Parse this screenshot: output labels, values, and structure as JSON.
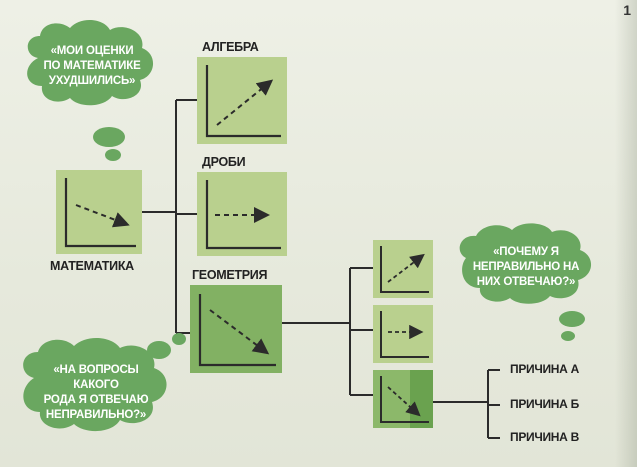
{
  "page_number": "1",
  "nodes": {
    "math_label": "МАТЕМАТИКА",
    "algebra_label": "АЛГЕБРА",
    "fractions_label": "ДРОБИ",
    "geometry_label": "ГЕОМЕТРИЯ"
  },
  "bubbles": {
    "grades": "«МОИ ОЦЕНКИ ПО МАТЕМАТИКЕ УХУДШИЛИСЬ»",
    "questions": "«НА ВОПРОСЫ КАКОГО РОДА Я ОТВЕЧАЮ НЕПРАВИЛЬНО?»",
    "why": "«ПОЧЕМУ Я НЕПРАВИЛЬНО НА НИХ ОТВЕЧАЮ?»"
  },
  "bubble_lines": {
    "grades": [
      "«МОИ ОЦЕНКИ",
      "ПО МАТЕМАТИКЕ",
      "УХУДШИЛИСЬ»"
    ],
    "questions": [
      "«НА ВОПРОСЫ КАКОГО",
      "РОДА Я ОТВЕЧАЮ",
      "НЕПРАВИЛЬНО?»"
    ],
    "why": [
      "«ПОЧЕМУ Я",
      "НЕПРАВИЛЬНО НА",
      "НИХ ОТВЕЧАЮ?»"
    ]
  },
  "reasons": [
    "ПРИЧИНА А",
    "ПРИЧИНА Б",
    "ПРИЧИНА В"
  ],
  "colors": {
    "box_light": "#b9d08e",
    "box_mid": "#a3c378",
    "box_dark": "#76a95a",
    "bubble": "#6aa760",
    "line": "#2b2b2b"
  }
}
